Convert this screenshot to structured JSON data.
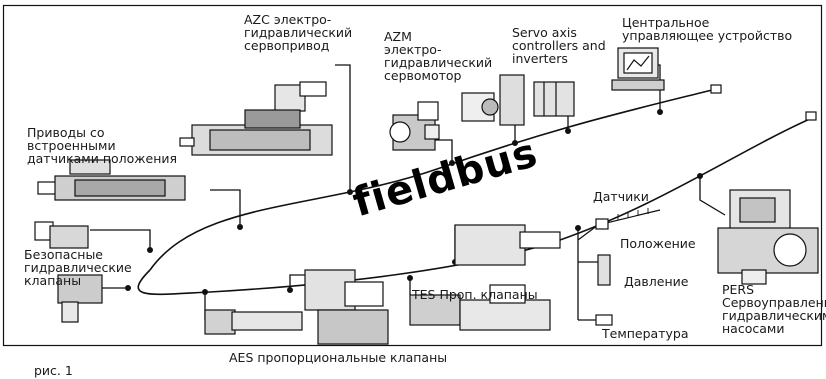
{
  "bus_title": "fieldbus",
  "labels": {
    "azc": "AZC электро-\nгидравлический\nсервопривод",
    "azm": "AZM\nэлектро-\nгидравлический\nсервомотор",
    "servo": "Servo axis\ncontrollers and\ninverters",
    "central": "Центральное\nуправляющее устройство",
    "drives": "Приводы со\nвстроенными\nдатчиками положения",
    "safe": "Безопасные\nгидравлические\nклапаны",
    "aes": "AES пропорциональные клапаны",
    "tes": "TES Проп. клапаны",
    "sensors": "Датчики",
    "position": "Положение",
    "pressure": "Давление",
    "temperature": "Температура",
    "pers": "PERS\nСервоуправление\nгидравлическими\nнасосами",
    "figure": "рис. 1"
  }
}
